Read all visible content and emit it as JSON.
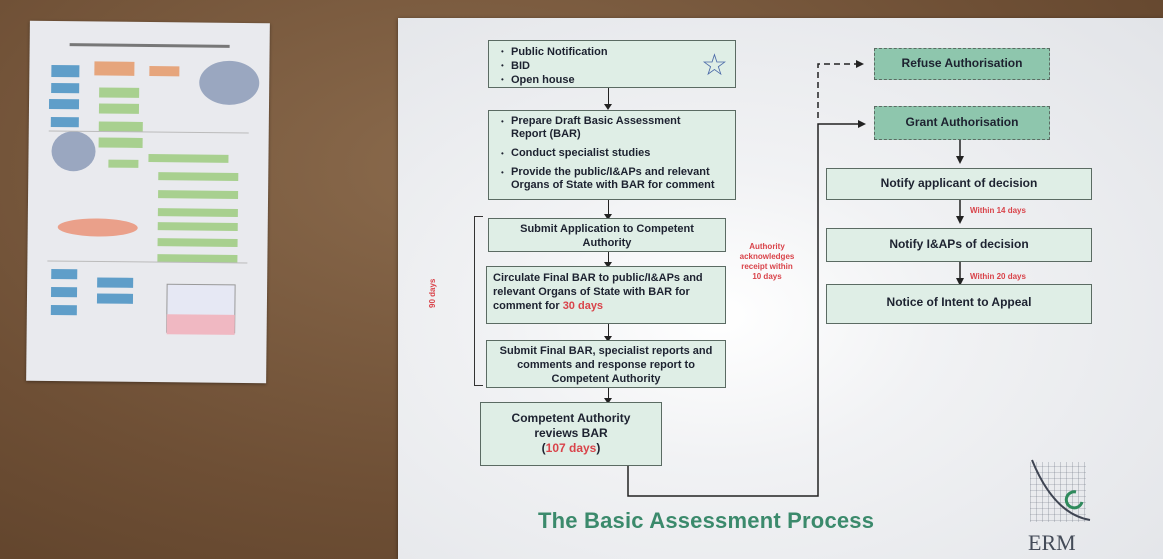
{
  "poster": {
    "title": "The Basic Assessment Process",
    "logo_text": "ERM",
    "star_glyph": "☆",
    "box1_items": [
      "Public Notification",
      "BID",
      "Open house"
    ],
    "box2_items": [
      "Prepare Draft Basic Assessment Report (BAR)",
      "Conduct specialist studies",
      "Provide the public/I&APs and relevant Organs of State with BAR for comment"
    ],
    "box3": "Submit Application to Competent Authority",
    "box4_text": "Circulate Final BAR to public/I&APs and relevant Organs of State with BAR for comment for",
    "box4_days": "30 days",
    "box5": "Submit Final BAR, specialist reports and comments and response report to Competent Authority",
    "box6_line1": "Competent Authority",
    "box6_line2": "reviews BAR",
    "box6_paren_open": "(",
    "box6_days": "107 days",
    "box6_paren_close": ")",
    "days_90": "90 days",
    "authority_note": "Authority acknowledges receipt within 10 days",
    "refuse": "Refuse Authorisation",
    "grant": "Grant Authorisation",
    "notify_applicant": "Notify applicant of decision",
    "within_14": "Within 14 days",
    "notify_iaps": "Notify I&APs of decision",
    "within_20": "Within 20 days",
    "notice_appeal": "Notice of Intent to Appeal"
  },
  "colors": {
    "box_fill": "#dfeee6",
    "teal_box": "#8ec6ad",
    "accent_red": "#d9434a",
    "title_green": "#3b8a6c",
    "board_brown": "#7a5a3e"
  }
}
